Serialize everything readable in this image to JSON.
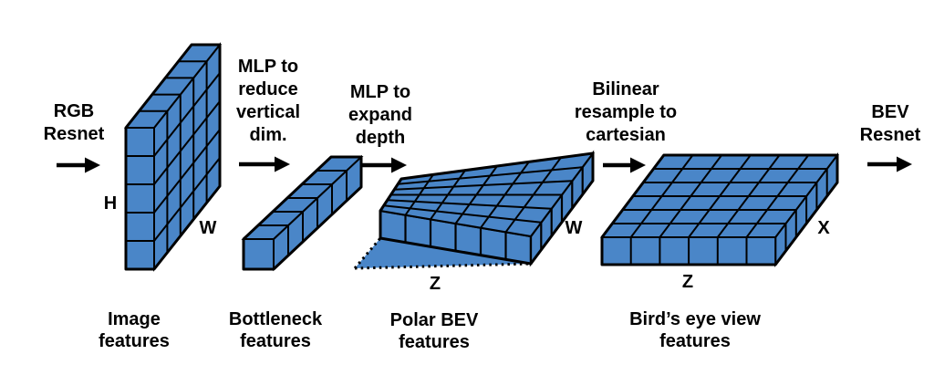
{
  "diagram": {
    "steps": [
      {
        "label": "RGB\nResnet"
      },
      {
        "label": "MLP to\nreduce\nvertical\ndim."
      },
      {
        "label": "MLP to\nexpand\ndepth"
      },
      {
        "label": "Bilinear\nresample to\ncartesian"
      },
      {
        "label": "BEV\nResnet"
      }
    ],
    "blocks": [
      {
        "caption": "Image\nfeatures",
        "dim_left": "H",
        "dim_right": "W"
      },
      {
        "caption": "Bottleneck\nfeatures"
      },
      {
        "caption": "Polar BEV\nfeatures",
        "dim_right": "W",
        "dim_bottom": "Z"
      },
      {
        "caption": "Bird’s eye view\nfeatures",
        "dim_right": "X",
        "dim_bottom": "Z"
      }
    ],
    "colors": {
      "block_fill": "#4a86c8",
      "stroke": "#000000",
      "text": "#000000",
      "background": "#ffffff"
    }
  }
}
